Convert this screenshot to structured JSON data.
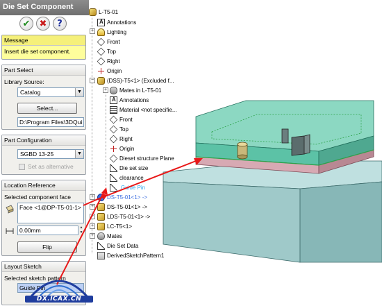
{
  "panel": {
    "title": "Die Set Component",
    "actions": {
      "ok": "✔",
      "cancel": "✖",
      "help": "?"
    },
    "message": {
      "title": "Message",
      "text": "Insert die set component."
    },
    "part_select": {
      "title": "Part Select",
      "library_label": "Library Source:",
      "library_value": "Catalog",
      "select_button": "Select...",
      "path_value": "D:\\Program Files\\3DQui"
    },
    "part_config": {
      "title": "Part Configuration",
      "config_value": "SGBD 13-25",
      "alt_checkbox_label": "Set as alternative"
    },
    "location": {
      "title": "Location Reference",
      "face_label": "Selected component face",
      "face_value": "Face <1@DP-T5-01-1>",
      "offset_value": "0.00mm",
      "flip_button": "Flip"
    },
    "layout_sketch": {
      "title": "Layout Sketch",
      "sketch_label": "Selected sketch pattern",
      "sketch_value": "Guide Pin"
    }
  },
  "tree": {
    "root": "L-T5-01",
    "items": [
      {
        "label": "Annotations",
        "icon": "annotations-icon"
      },
      {
        "label": "Lighting",
        "icon": "lighting-icon"
      },
      {
        "label": "Front",
        "icon": "plane-icon"
      },
      {
        "label": "Top",
        "icon": "plane-icon"
      },
      {
        "label": "Right",
        "icon": "plane-icon"
      },
      {
        "label": "Origin",
        "icon": "origin-icon"
      },
      {
        "label": "(DSS)-T5<1> (Excluded f...",
        "icon": "assembly-icon"
      },
      {
        "label": "Mates in L-T5-01",
        "icon": "mates-icon"
      },
      {
        "label": "Annotations",
        "icon": "annotations-icon"
      },
      {
        "label": "Material <not specifie...",
        "icon": "material-icon"
      },
      {
        "label": "Front",
        "icon": "plane-icon"
      },
      {
        "label": "Top",
        "icon": "plane-icon"
      },
      {
        "label": "Right",
        "icon": "plane-icon"
      },
      {
        "label": "Origin",
        "icon": "origin-icon"
      },
      {
        "label": "Dieset structure Plane",
        "icon": "plane-icon"
      },
      {
        "label": "Die set size",
        "icon": "sketch-icon"
      },
      {
        "label": "clearance",
        "icon": "sketch-icon"
      },
      {
        "label": "Guide Pin",
        "icon": "sketch-icon"
      },
      {
        "label": "DS-T5-01<1> ->",
        "icon": "part-icon"
      },
      {
        "label": "DS-T5-01<1> ->",
        "icon": "part-icon"
      },
      {
        "label": "LDS-T5-01<1> ->",
        "icon": "part-icon"
      },
      {
        "label": "LC-T5<1>",
        "icon": "part-icon"
      },
      {
        "label": "Mates",
        "icon": "mates-icon"
      },
      {
        "label": "Die Set Data",
        "icon": "sketch-icon"
      },
      {
        "label": "DerivedSketchPattern1",
        "icon": "pattern-icon"
      }
    ]
  },
  "watermark": {
    "text": "DX.ICAX.CN"
  },
  "colors": {
    "arrow": "#e81818",
    "plate_top": "#5cc2a6",
    "plate_pink": "#d7a9b3",
    "base_plate": "#9fc9c9",
    "selection": "#3c6ee0"
  }
}
